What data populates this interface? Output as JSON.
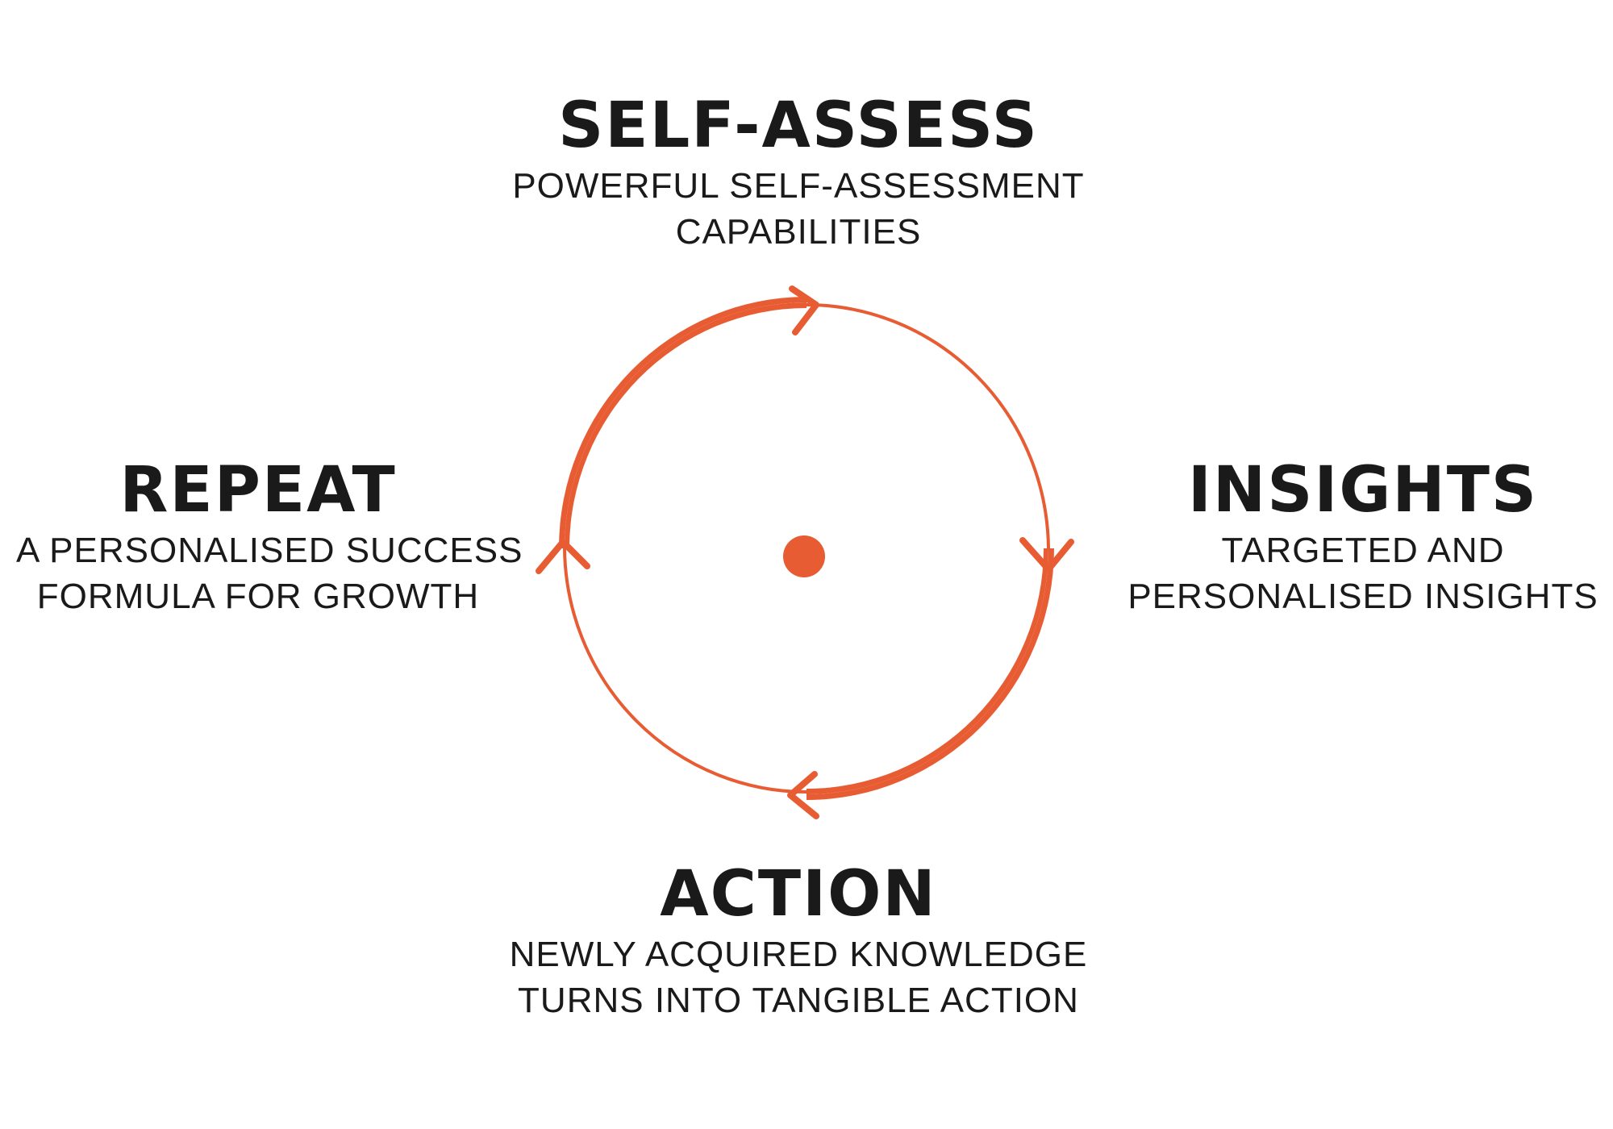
{
  "colors": {
    "accent": "#E85C33",
    "text": "#1a1a1a",
    "background": "#ffffff"
  },
  "stages": {
    "top": {
      "title": "SELF-ASSESS",
      "line1": "POWERFUL SELF-ASSESSMENT",
      "line2": "CAPABILITIES"
    },
    "right": {
      "title": "INSIGHTS",
      "line1": "TARGETED AND",
      "line2": "PERSONALISED INSIGHTS"
    },
    "bottom": {
      "title": "ACTION",
      "line1": "NEWLY ACQUIRED KNOWLEDGE",
      "line2": "TURNS INTO TANGIBLE ACTION"
    },
    "left": {
      "title": "REPEAT",
      "line1": "A PERSONALISED SUCCESS",
      "line2": "FORMULA FOR GROWTH"
    }
  },
  "icons": {
    "cycle_ring": "cycle-ring",
    "center_dot": "center-dot",
    "arrows": [
      "arrow-right-icon",
      "arrow-down-icon",
      "arrow-left-icon",
      "arrow-up-icon"
    ]
  }
}
